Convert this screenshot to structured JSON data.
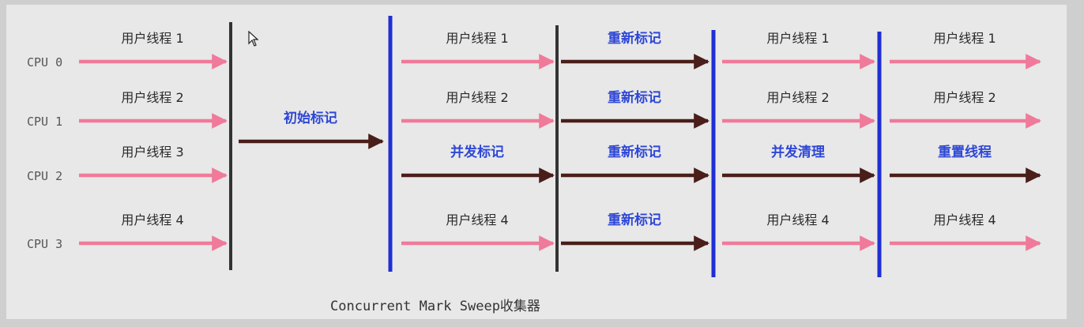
{
  "cpus": [
    "CPU 0",
    "CPU 1",
    "CPU 2",
    "CPU 3"
  ],
  "colors": {
    "user_thread": "#f07a9a",
    "gc_thread": "#4a1e1a",
    "phase_text": "#2e47d6",
    "stw_barrier": "#333333",
    "concurrent_barrier": "#1f2fd4"
  },
  "columns": [
    {
      "rows": [
        {
          "type": "user",
          "label": "用户线程 1"
        },
        {
          "type": "user",
          "label": "用户线程 2"
        },
        {
          "type": "user",
          "label": "用户线程 3"
        },
        {
          "type": "user",
          "label": "用户线程 4"
        }
      ]
    },
    {
      "rows": [
        {
          "type": "gc",
          "label": "初始标记"
        }
      ]
    },
    {
      "rows": [
        {
          "type": "user",
          "label": "用户线程 1"
        },
        {
          "type": "user",
          "label": "用户线程 2"
        },
        {
          "type": "gc",
          "label": "并发标记"
        },
        {
          "type": "user",
          "label": "用户线程 4"
        }
      ]
    },
    {
      "rows": [
        {
          "type": "gc",
          "label": "重新标记"
        },
        {
          "type": "gc",
          "label": "重新标记"
        },
        {
          "type": "gc",
          "label": "重新标记"
        },
        {
          "type": "gc",
          "label": "重新标记"
        }
      ]
    },
    {
      "rows": [
        {
          "type": "user",
          "label": "用户线程 1"
        },
        {
          "type": "user",
          "label": "用户线程 2"
        },
        {
          "type": "gc",
          "label": "并发清理"
        },
        {
          "type": "user",
          "label": "用户线程 4"
        }
      ]
    },
    {
      "rows": [
        {
          "type": "user",
          "label": "用户线程 1"
        },
        {
          "type": "user",
          "label": "用户线程 2"
        },
        {
          "type": "gc",
          "label": "重置线程"
        },
        {
          "type": "user",
          "label": "用户线程 4"
        }
      ]
    }
  ],
  "barriers": [
    "stw",
    "concurrent",
    "stw",
    "concurrent",
    "concurrent"
  ],
  "caption": "Concurrent Mark Sweep收集器"
}
